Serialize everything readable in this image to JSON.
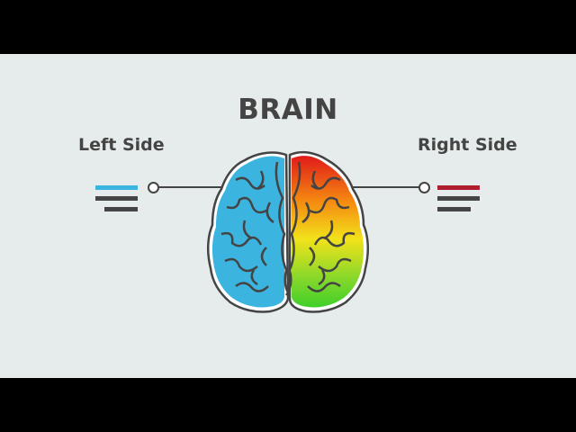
{
  "title": "BRAIN",
  "left": {
    "label": "Left Side",
    "accent": "#3bb4e0"
  },
  "right": {
    "label": "Right Side",
    "accent": "#b01c30"
  },
  "colors": {
    "dark_bar": "#454545",
    "background": "#e6ecec"
  }
}
